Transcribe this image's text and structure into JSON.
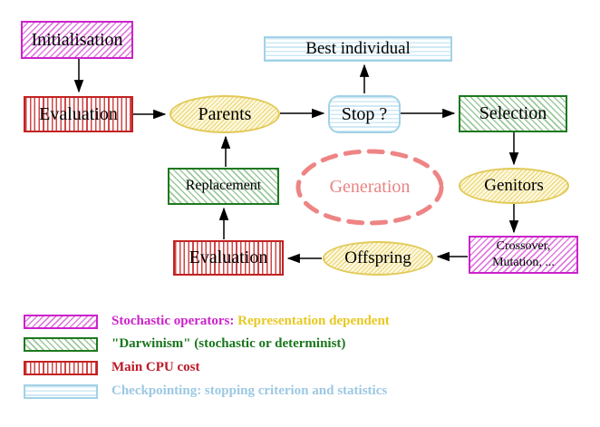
{
  "nodes": {
    "initialisation": {
      "label": "Initialisation",
      "style": "stochastic-magenta-hatch"
    },
    "evaluation_top": {
      "label": "Evaluation",
      "style": "cpu-red-stripes"
    },
    "parents": {
      "label": "Parents",
      "style": "yellow-ellipse"
    },
    "best_individual": {
      "label": "Best individual",
      "style": "checkpoint-cyan-stripes"
    },
    "stop": {
      "label": "Stop ?",
      "style": "checkpoint-cyan-stripes-rounded"
    },
    "selection": {
      "label": "Selection",
      "style": "darwinism-green-hatch"
    },
    "genitors": {
      "label": "Genitors",
      "style": "yellow-ellipse"
    },
    "crossover_mutation": {
      "label_line1": "Crossover,",
      "label_line2": "Mutation, ...",
      "style": "stochastic-magenta-hatch"
    },
    "offspring": {
      "label": "Offspring",
      "style": "yellow-ellipse"
    },
    "evaluation_bottom": {
      "label": "Evaluation",
      "style": "cpu-red-stripes"
    },
    "replacement": {
      "label": "Replacement",
      "style": "darwinism-green-hatch"
    },
    "generation": {
      "label": "Generation",
      "style": "salmon-dashed-ellipse"
    }
  },
  "edges": [
    {
      "from": "initialisation",
      "to": "evaluation_top"
    },
    {
      "from": "evaluation_top",
      "to": "parents"
    },
    {
      "from": "parents",
      "to": "stop"
    },
    {
      "from": "stop",
      "to": "best_individual"
    },
    {
      "from": "stop",
      "to": "selection"
    },
    {
      "from": "selection",
      "to": "genitors"
    },
    {
      "from": "genitors",
      "to": "crossover_mutation"
    },
    {
      "from": "crossover_mutation",
      "to": "offspring"
    },
    {
      "from": "offspring",
      "to": "evaluation_bottom"
    },
    {
      "from": "evaluation_bottom",
      "to": "replacement"
    },
    {
      "from": "replacement",
      "to": "parents"
    }
  ],
  "legend": [
    {
      "swatch": "stochastic-magenta-hatch",
      "primary": "Stochastic operators:",
      "secondary": "Representation dependent"
    },
    {
      "swatch": "darwinism-green-hatch",
      "primary": "\"Darwinism\" (stochastic or determinist)",
      "secondary": ""
    },
    {
      "swatch": "cpu-red-stripes",
      "primary": "Main CPU cost",
      "secondary": ""
    },
    {
      "swatch": "checkpoint-cyan-stripes",
      "primary": "Checkpointing: stopping criterion and statistics",
      "secondary": ""
    }
  ],
  "colors": {
    "stochastic_magenta": "#cc22cc",
    "darwinism_green": "#1e781e",
    "cpu_red": "#c32222",
    "checkpoint_cyan": "#a2d2e6",
    "operator_yellow_border": "#e2ca58",
    "generation_salmon": "#ee8484",
    "legend_gold_text": "#e8c822",
    "arrow_black": "#000000"
  }
}
